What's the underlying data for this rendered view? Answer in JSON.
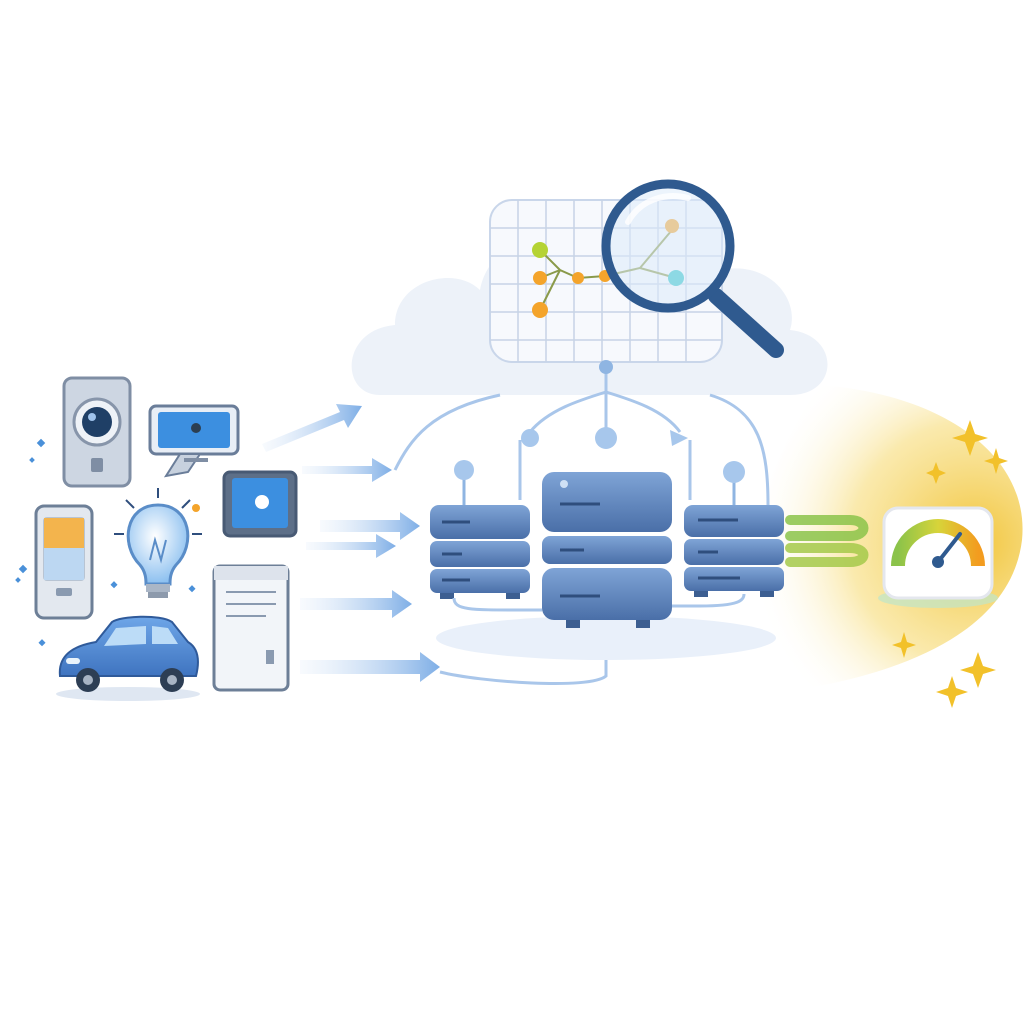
{
  "diagram": {
    "devices": [
      {
        "name": "security-camera",
        "icon": "camera-icon"
      },
      {
        "name": "display-monitor",
        "icon": "monitor-icon"
      },
      {
        "name": "smartphone",
        "icon": "phone-icon"
      },
      {
        "name": "smart-bulb",
        "icon": "lightbulb-icon"
      },
      {
        "name": "tablet",
        "icon": "tablet-icon"
      },
      {
        "name": "car",
        "icon": "car-icon"
      },
      {
        "name": "desktop-tower",
        "icon": "tower-icon"
      }
    ],
    "servers": [
      "server-left",
      "server-center",
      "server-right"
    ],
    "cloud": {
      "icon": "cloud-icon",
      "has_magnifier": true
    },
    "output": {
      "icon": "speedometer-icon"
    },
    "colors": {
      "primary": "#4a77b4",
      "primary_light": "#7aa3d6",
      "arrow": "#8ab4e6",
      "accent_gold": "#f3c43a",
      "gauge_green": "#8bc34a",
      "gauge_orange": "#f39c1f",
      "node_teal": "#2ec4c9",
      "node_orange": "#f4a42b",
      "node_lime": "#b5d334"
    }
  }
}
